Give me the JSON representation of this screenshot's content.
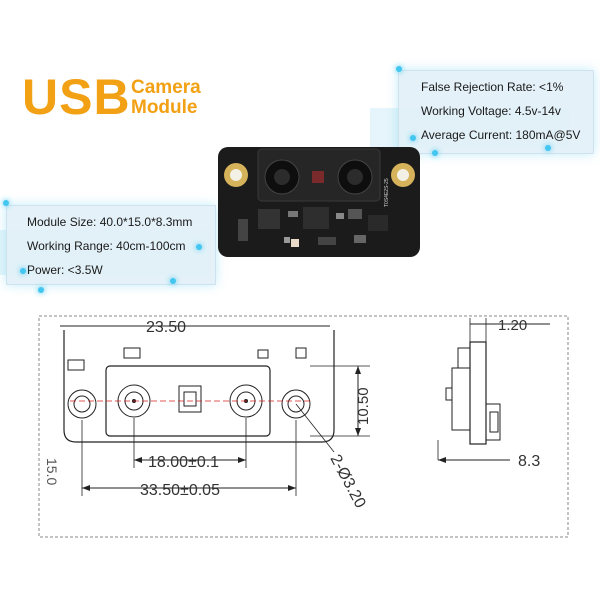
{
  "title": {
    "main": "USB",
    "line1": "Camera",
    "line2": "Module"
  },
  "specs_right": [
    "False Rejection Rate: <1%",
    "Working Voltage: 4.5v-14v",
    "Average Current: 180mA@5V"
  ],
  "specs_left": [
    "Module Size: 40.0*15.0*8.3mm",
    "Working Range: 40cm-100cm",
    "Power: <3.5W"
  ],
  "board_label": "T0S4E2S-25",
  "drawing": {
    "top_dim": "23.50",
    "side_top_dim": "1.20",
    "height_dim": "10.50",
    "inner_dim": "18.00±0.1",
    "outer_dim": "33.50±0.05",
    "hole_dim": "2-Ø3.20",
    "side_dim": "8.3",
    "left_partial": "15.0"
  },
  "colors": {
    "accent": "#f2a014",
    "glow": "#43c6f0",
    "panel": "#e2f0f7"
  }
}
